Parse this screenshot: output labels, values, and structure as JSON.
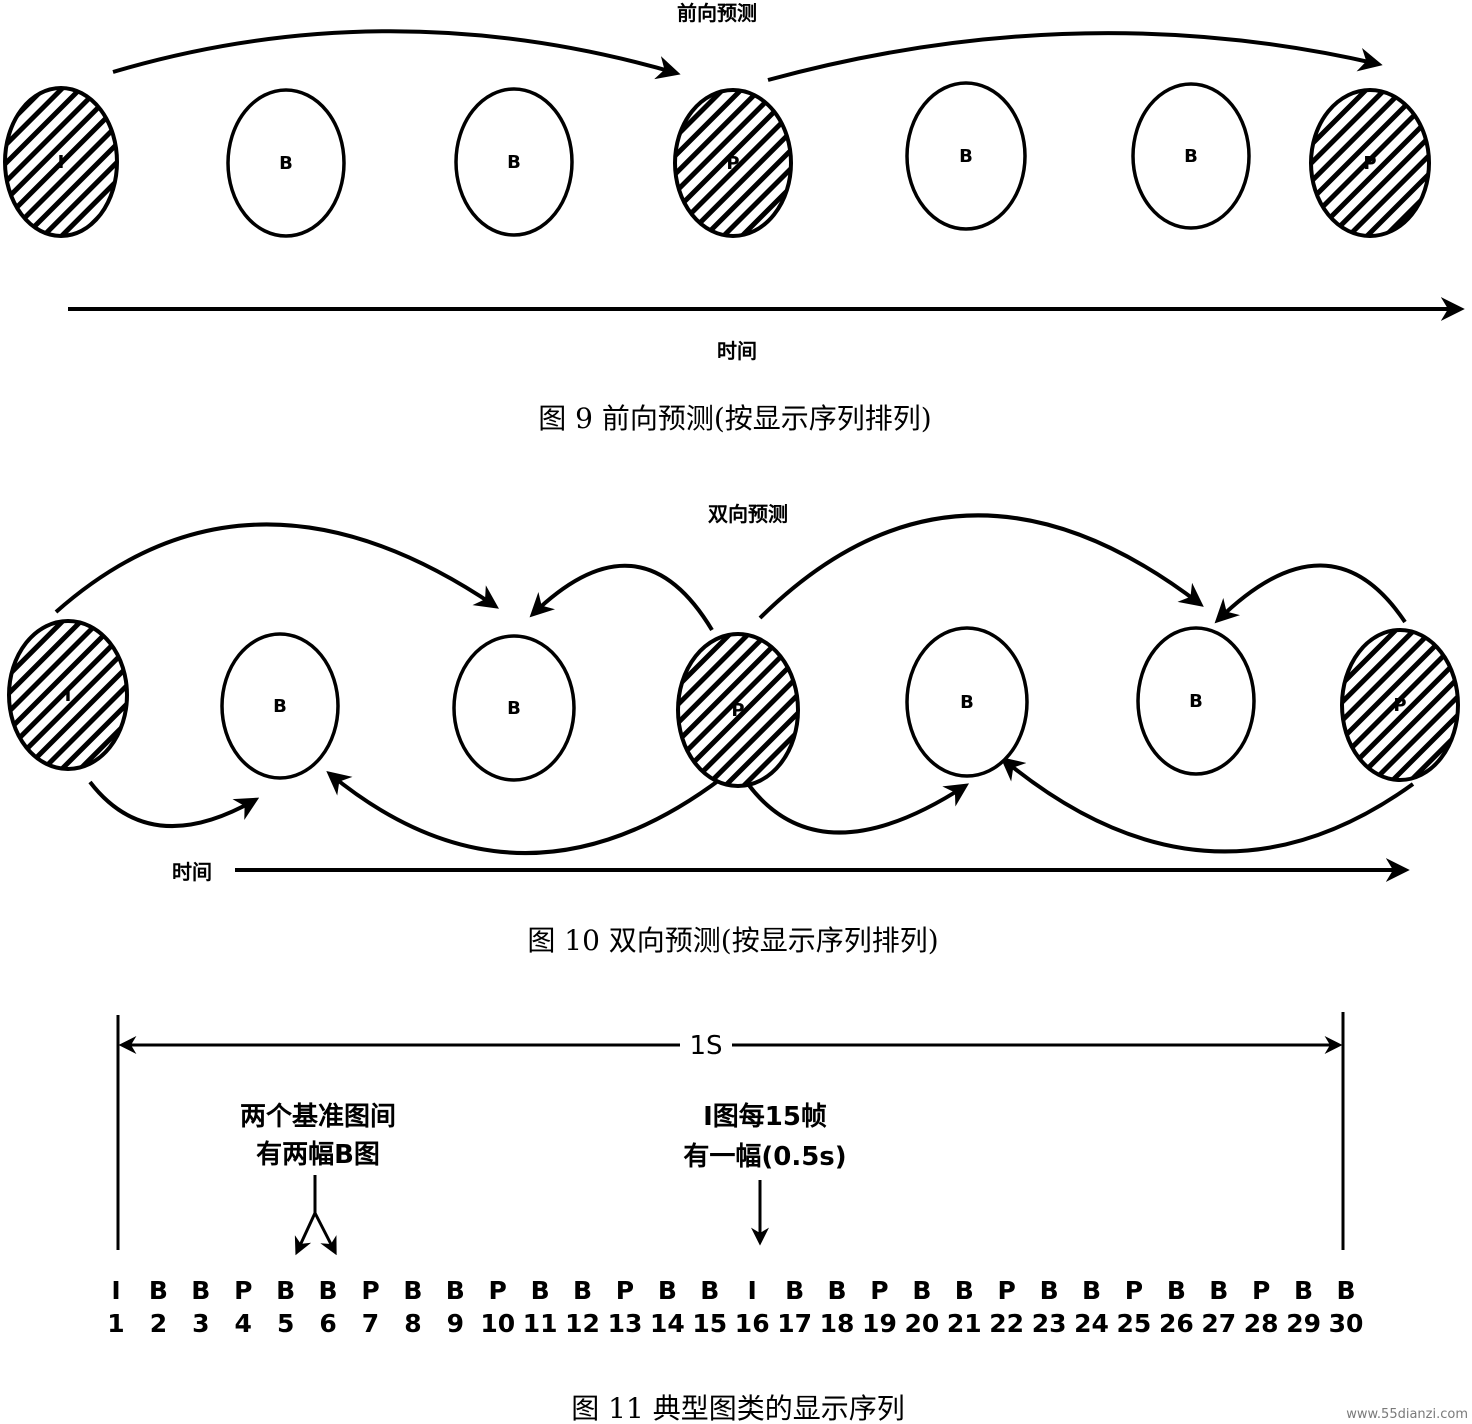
{
  "fig9": {
    "top_label": "前向预测",
    "time_label": "时间",
    "caption": "图 9 前向预测(按显示序列排列)",
    "frames": [
      "I",
      "B",
      "B",
      "P",
      "B",
      "B",
      "P"
    ]
  },
  "fig10": {
    "top_label": "双向预测",
    "time_label": "时间",
    "caption": "图 10 双向预测(按显示序列排列)",
    "frames": [
      "I",
      "B",
      "B",
      "P",
      "B",
      "B",
      "P"
    ]
  },
  "fig11": {
    "span_label": "1S",
    "note_left_line1": "两个基准图间",
    "note_left_line2": "有两幅B图",
    "note_mid_line1": "I图每15帧",
    "note_mid_line2": "有一幅(0.5s)",
    "types": [
      "I",
      "B",
      "B",
      "P",
      "B",
      "B",
      "P",
      "B",
      "B",
      "P",
      "B",
      "B",
      "P",
      "B",
      "B",
      "I",
      "B",
      "B",
      "P",
      "B",
      "B",
      "P",
      "B",
      "B",
      "P",
      "B",
      "B",
      "P",
      "B",
      "B"
    ],
    "numbers": [
      "1",
      "2",
      "3",
      "4",
      "5",
      "6",
      "7",
      "8",
      "9",
      "10",
      "11",
      "12",
      "13",
      "14",
      "15",
      "16",
      "17",
      "18",
      "19",
      "20",
      "21",
      "22",
      "23",
      "24",
      "25",
      "26",
      "27",
      "28",
      "29",
      "30"
    ],
    "caption": "图 11   典型图类的显示序列"
  },
  "watermark": "www.55dianzi.com"
}
